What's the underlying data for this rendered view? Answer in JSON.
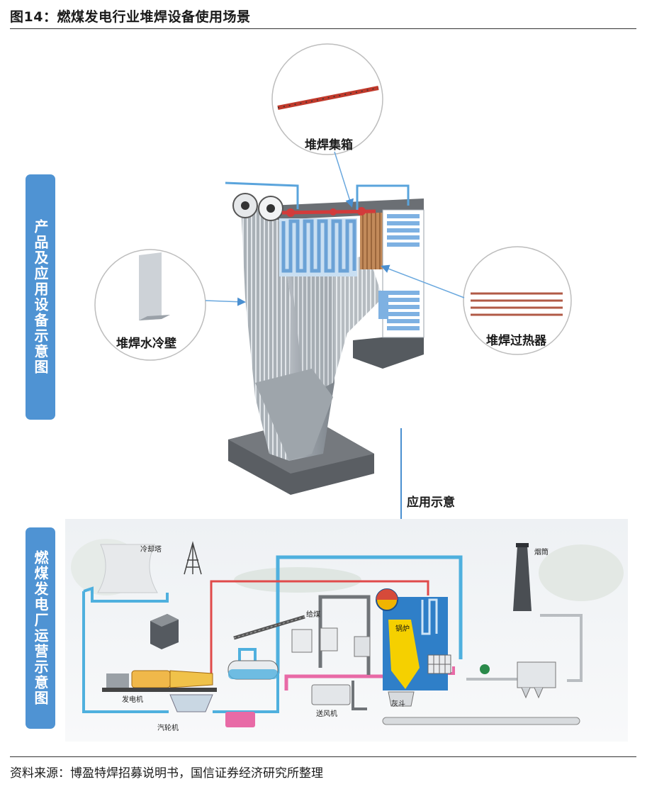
{
  "figure": {
    "title": "图14：燃煤发电行业堆焊设备使用场景",
    "source": "资料来源：博盈特焊招募说明书，国信证券经济研究所整理"
  },
  "side_labels": {
    "product": "产品及应用设备示意图",
    "plant": "燃煤发电厂运营示意图"
  },
  "callouts": {
    "header": "堆焊集箱",
    "water_wall": "堆焊水冷壁",
    "superheater": "堆焊过热器"
  },
  "application_label": "应用示意",
  "plant_labels": {
    "cooling_tower": "冷却塔",
    "chimney": "烟筒",
    "coal_feed": "给煤",
    "boiler": "锅炉",
    "generator": "发电机",
    "turbine": "汽轮机",
    "fan": "送风机",
    "ash_hopper": "灰斗"
  },
  "colors": {
    "pill": "#4f93d3",
    "water_pipe": "#4fb0de",
    "steam_pipe": "#e04a4a",
    "pink_pipe": "#e86aa6",
    "boiler_blue": "#2f7fc8",
    "flame": "#f5d000"
  }
}
